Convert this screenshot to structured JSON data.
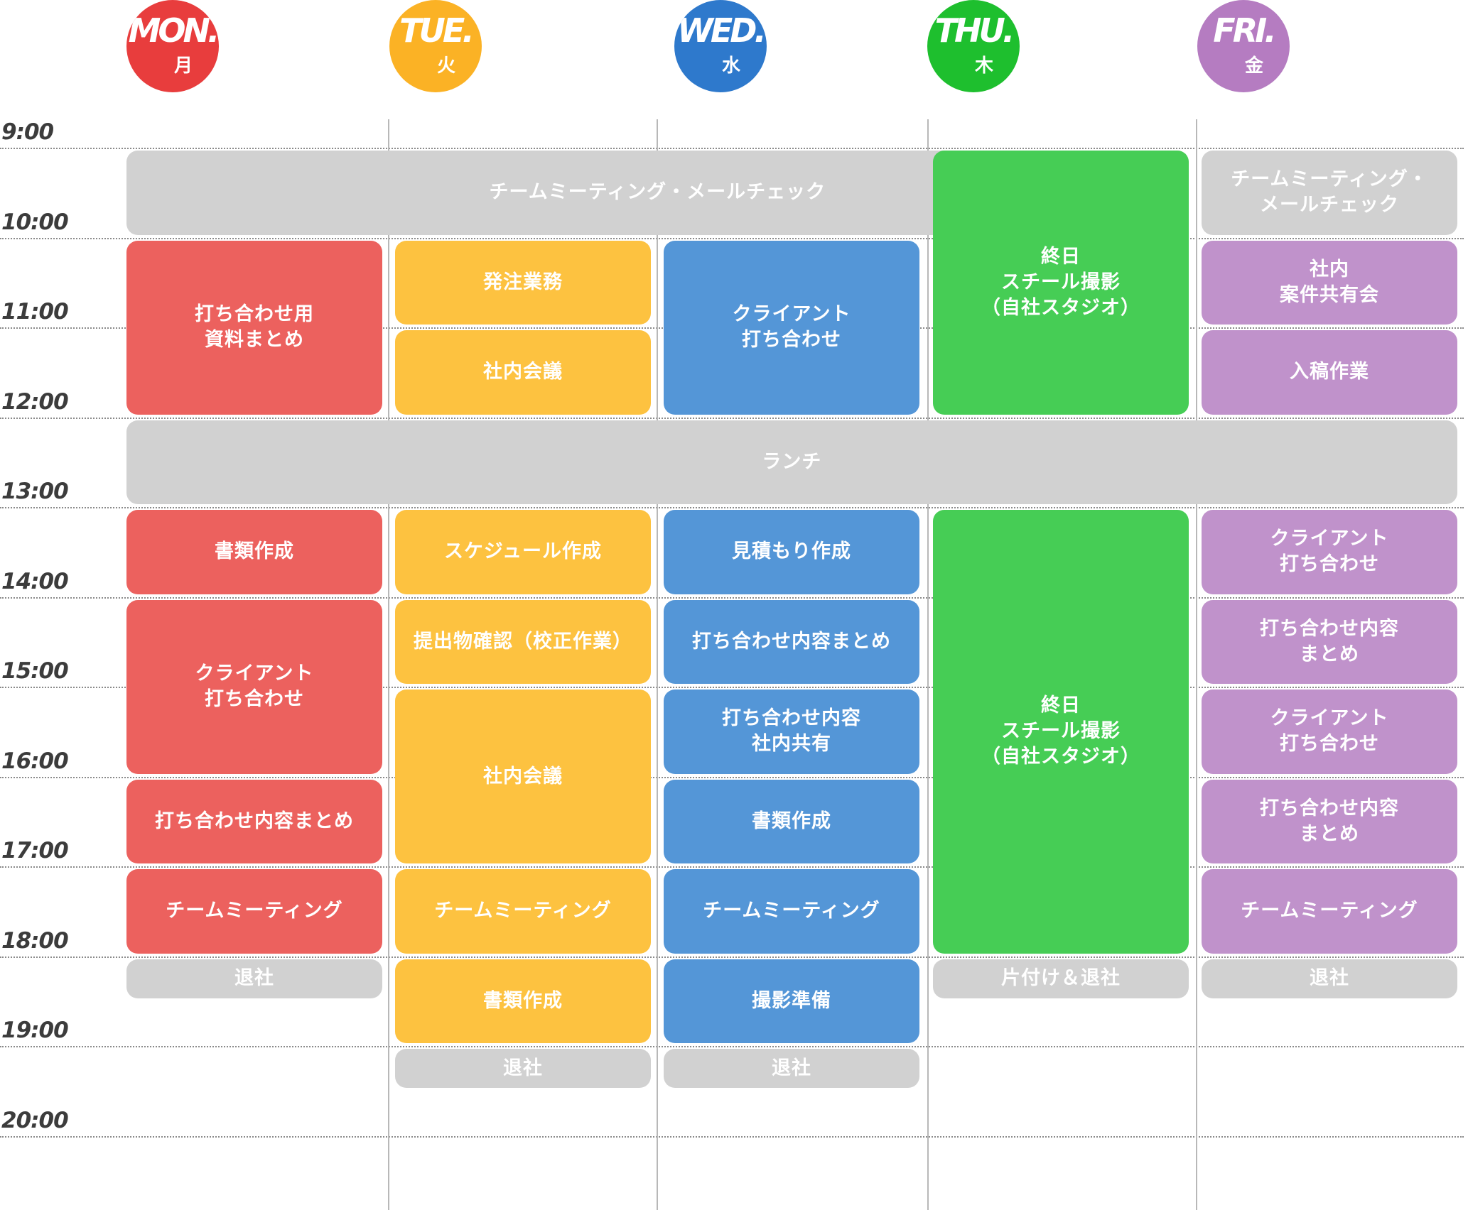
{
  "days": [
    {
      "abbr": "MON.",
      "kanji": "月",
      "color": "#e83d3d"
    },
    {
      "abbr": "TUE.",
      "kanji": "火",
      "color": "#fbb225"
    },
    {
      "abbr": "WED.",
      "kanji": "水",
      "color": "#2e79cc"
    },
    {
      "abbr": "THU.",
      "kanji": "木",
      "color": "#1ebf2e"
    },
    {
      "abbr": "FRI.",
      "kanji": "金",
      "color": "#b57cc1"
    }
  ],
  "block_colors": {
    "mon": "#ec615e",
    "tue": "#fdc240",
    "wed": "#5496d7",
    "thu": "#46cd55",
    "fri": "#c092cb",
    "grey": "#d1d1d1"
  },
  "hours": [
    "9:00",
    "10:00",
    "11:00",
    "12:00",
    "13:00",
    "14:00",
    "15:00",
    "16:00",
    "17:00",
    "18:00",
    "19:00",
    "20:00"
  ],
  "events": [
    {
      "day": 0,
      "span": 4,
      "start": 9.0,
      "end": 10.0,
      "color": "grey",
      "label": "チームミーティング・メールチェック"
    },
    {
      "day": 4,
      "span": 1,
      "start": 9.0,
      "end": 10.0,
      "color": "grey",
      "label": "チームミーティング・\nメールチェック"
    },
    {
      "day": 0,
      "span": 5,
      "start": 12.0,
      "end": 13.0,
      "color": "grey",
      "label": "ランチ"
    },
    {
      "day": 0,
      "span": 1,
      "start": 10.0,
      "end": 12.0,
      "color": "mon",
      "label": "打ち合わせ用\n資料まとめ"
    },
    {
      "day": 0,
      "span": 1,
      "start": 13.0,
      "end": 14.0,
      "color": "mon",
      "label": "書類作成"
    },
    {
      "day": 0,
      "span": 1,
      "start": 14.0,
      "end": 16.0,
      "color": "mon",
      "label": "クライアント\n打ち合わせ"
    },
    {
      "day": 0,
      "span": 1,
      "start": 16.0,
      "end": 17.0,
      "color": "mon",
      "label": "打ち合わせ内容まとめ"
    },
    {
      "day": 0,
      "span": 1,
      "start": 17.0,
      "end": 18.0,
      "color": "mon",
      "label": "チームミーティング"
    },
    {
      "day": 0,
      "span": 1,
      "start": 18.0,
      "end": 18.5,
      "color": "grey",
      "label": "退社"
    },
    {
      "day": 1,
      "span": 1,
      "start": 10.0,
      "end": 11.0,
      "color": "tue",
      "label": "発注業務"
    },
    {
      "day": 1,
      "span": 1,
      "start": 11.0,
      "end": 12.0,
      "color": "tue",
      "label": "社内会議"
    },
    {
      "day": 1,
      "span": 1,
      "start": 13.0,
      "end": 14.0,
      "color": "tue",
      "label": "スケジュール作成"
    },
    {
      "day": 1,
      "span": 1,
      "start": 14.0,
      "end": 15.0,
      "color": "tue",
      "label": "提出物確認（校正作業）"
    },
    {
      "day": 1,
      "span": 1,
      "start": 15.0,
      "end": 17.0,
      "color": "tue",
      "label": "社内会議"
    },
    {
      "day": 1,
      "span": 1,
      "start": 17.0,
      "end": 18.0,
      "color": "tue",
      "label": "チームミーティング"
    },
    {
      "day": 1,
      "span": 1,
      "start": 18.0,
      "end": 19.0,
      "color": "tue",
      "label": "書類作成"
    },
    {
      "day": 1,
      "span": 1,
      "start": 19.0,
      "end": 19.5,
      "color": "grey",
      "label": "退社"
    },
    {
      "day": 2,
      "span": 1,
      "start": 10.0,
      "end": 12.0,
      "color": "wed",
      "label": "クライアント\n打ち合わせ"
    },
    {
      "day": 2,
      "span": 1,
      "start": 13.0,
      "end": 14.0,
      "color": "wed",
      "label": "見積もり作成"
    },
    {
      "day": 2,
      "span": 1,
      "start": 14.0,
      "end": 15.0,
      "color": "wed",
      "label": "打ち合わせ内容まとめ"
    },
    {
      "day": 2,
      "span": 1,
      "start": 15.0,
      "end": 16.0,
      "color": "wed",
      "label": "打ち合わせ内容\n社内共有"
    },
    {
      "day": 2,
      "span": 1,
      "start": 16.0,
      "end": 17.0,
      "color": "wed",
      "label": "書類作成"
    },
    {
      "day": 2,
      "span": 1,
      "start": 17.0,
      "end": 18.0,
      "color": "wed",
      "label": "チームミーティング"
    },
    {
      "day": 2,
      "span": 1,
      "start": 18.0,
      "end": 19.0,
      "color": "wed",
      "label": "撮影準備"
    },
    {
      "day": 2,
      "span": 1,
      "start": 19.0,
      "end": 19.5,
      "color": "grey",
      "label": "退社"
    },
    {
      "day": 3,
      "span": 1,
      "start": 9.0,
      "end": 12.0,
      "color": "thu",
      "label": "終日\nスチール撮影\n（自社スタジオ）"
    },
    {
      "day": 3,
      "span": 1,
      "start": 13.0,
      "end": 18.0,
      "color": "thu",
      "label": "終日\nスチール撮影\n（自社スタジオ）"
    },
    {
      "day": 3,
      "span": 1,
      "start": 18.0,
      "end": 18.5,
      "color": "grey",
      "label": "片付け＆退社"
    },
    {
      "day": 4,
      "span": 1,
      "start": 10.0,
      "end": 11.0,
      "color": "fri",
      "label": "社内\n案件共有会"
    },
    {
      "day": 4,
      "span": 1,
      "start": 11.0,
      "end": 12.0,
      "color": "fri",
      "label": "入稿作業"
    },
    {
      "day": 4,
      "span": 1,
      "start": 13.0,
      "end": 14.0,
      "color": "fri",
      "label": "クライアント\n打ち合わせ"
    },
    {
      "day": 4,
      "span": 1,
      "start": 14.0,
      "end": 15.0,
      "color": "fri",
      "label": "打ち合わせ内容\nまとめ"
    },
    {
      "day": 4,
      "span": 1,
      "start": 15.0,
      "end": 16.0,
      "color": "fri",
      "label": "クライアント\n打ち合わせ"
    },
    {
      "day": 4,
      "span": 1,
      "start": 16.0,
      "end": 17.0,
      "color": "fri",
      "label": "打ち合わせ内容\nまとめ"
    },
    {
      "day": 4,
      "span": 1,
      "start": 17.0,
      "end": 18.0,
      "color": "fri",
      "label": "チームミーティング"
    },
    {
      "day": 4,
      "span": 1,
      "start": 18.0,
      "end": 18.5,
      "color": "grey",
      "label": "退社"
    }
  ]
}
